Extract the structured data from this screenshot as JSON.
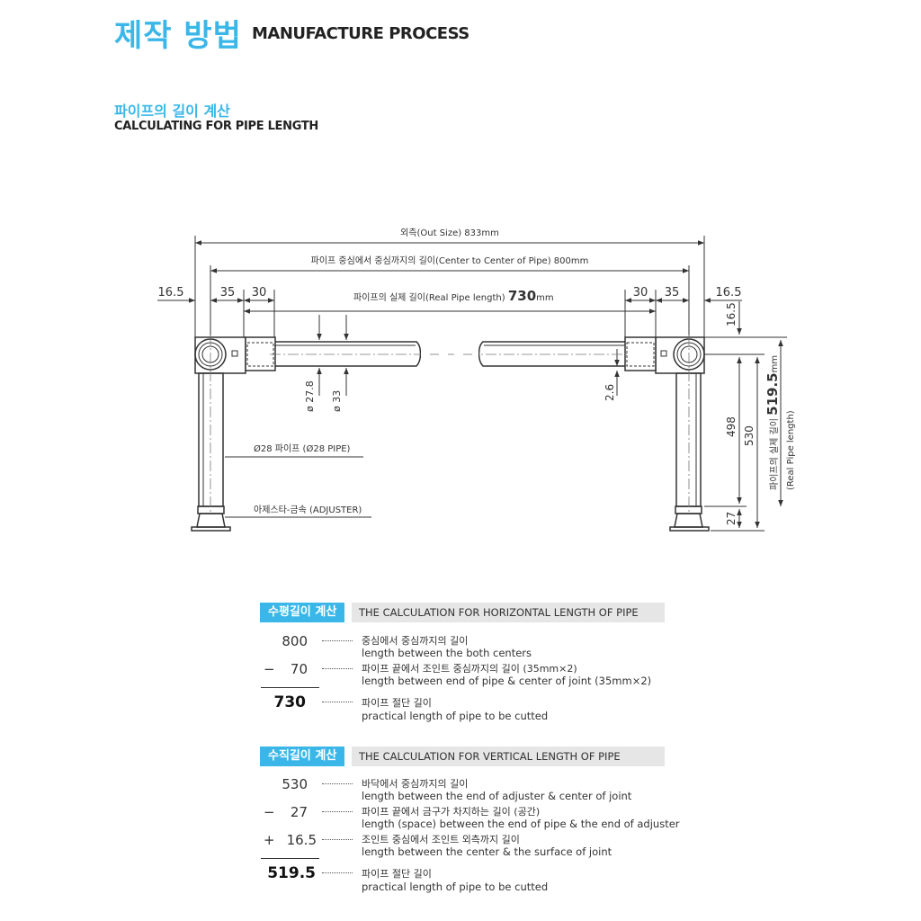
{
  "header": {
    "title_ko": "제작 방법",
    "title_en": "MANUFACTURE PROCESS",
    "subtitle_ko": "파이프의 길이 계산",
    "subtitle_en": "CALCULATING FOR PIPE LENGTH"
  },
  "drawing": {
    "out_size": "외측(Out Size) 833mm",
    "center_to_center": "파이프 중심에서 중심까지의 길이(Center to Center of Pipe) 800mm",
    "real_pipe_label": "파이프의 실제 길이(Real Pipe length)",
    "real_pipe_value": "730",
    "real_pipe_unit": "mm",
    "dim_16_5": "16.5",
    "dim_35": "35",
    "dim_30": "30",
    "dim_dia_27_8": "ø 27.8",
    "dim_dia_33": "ø 33",
    "dim_2_6": "2.6",
    "pipe_28_label": "Ø28 파이프 (Ø28 PIPE)",
    "adjuster_label": "아제스타-금속 (ADJUSTER)",
    "dim_498": "498",
    "dim_530": "530",
    "dim_27": "27",
    "vertical_real_ko": "파이프의 실제 길이",
    "vertical_real_value": "519.5",
    "vertical_real_unit": "mm",
    "vertical_real_en": "(Real Pipe length)"
  },
  "horizontal_calc": {
    "tag": "수평길이 계산",
    "title": "THE CALCULATION FOR HORIZONTAL LENGTH OF PIPE",
    "rows": [
      {
        "op": "",
        "value": "800",
        "ko": "중심에서 중심까지의 길이",
        "en": "length between the both centers"
      },
      {
        "op": "−",
        "value": "70",
        "ko": "파이프 끝에서 조인트 중심까지의 길이 (35mm×2)",
        "en": "length between end of pipe & center of joint   (35mm×2)"
      }
    ],
    "result": {
      "value": "730",
      "ko": "파이프 절단 길이",
      "en": "practical length of pipe to be cutted"
    }
  },
  "vertical_calc": {
    "tag": "수직길이 계산",
    "title": "THE CALCULATION FOR VERTICAL LENGTH OF PIPE",
    "rows": [
      {
        "op": "",
        "value": "530",
        "ko": "바닥에서 중심까지의 길이",
        "en": "length between the end of adjuster & center of joint"
      },
      {
        "op": "−",
        "value": "27",
        "ko": "파이프 끝에서 금구가 차지하는 길이 (공간)",
        "en": "length (space) between the end of pipe & the end of adjuster"
      },
      {
        "op": "+",
        "value": "16.5",
        "ko": "조인트 중심에서 조인트 외측까지 길이",
        "en": "length between the center & the surface of joint"
      }
    ],
    "result": {
      "value": "519.5",
      "ko": "파이프 절단 길이",
      "en": "practical length of pipe to be cutted"
    }
  },
  "colors": {
    "accent": "#3ab7e8",
    "bar": "#e6e6e6"
  }
}
